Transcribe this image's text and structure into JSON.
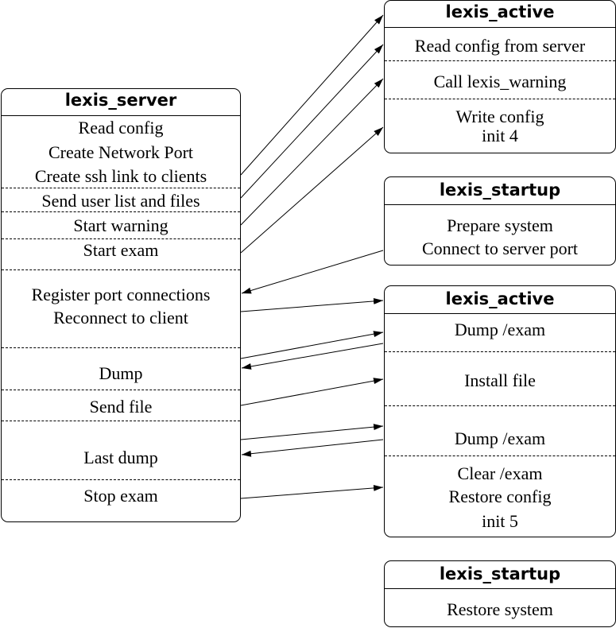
{
  "server": {
    "title": "lexis_server",
    "items": [
      "Read config",
      "Create Network Port",
      "Create ssh link to clients",
      "Send user list and files",
      "Start warning",
      "Start exam",
      "Register port connections",
      "Reconnect to client",
      "Dump",
      "Send file",
      "Last dump",
      "Stop exam"
    ]
  },
  "active1": {
    "title": "lexis_active",
    "items": [
      "Read config from server",
      "Call lexis_warning",
      "Write config",
      "init 4"
    ]
  },
  "startup1": {
    "title": "lexis_startup",
    "items": [
      "Prepare system",
      "Connect to server port"
    ]
  },
  "active2": {
    "title": "lexis_active",
    "items": [
      "Dump /exam",
      "Install file",
      "Dump /exam",
      "Clear /exam",
      "Restore config",
      "init 5"
    ]
  },
  "startup2": {
    "title": "lexis_startup",
    "items": [
      "Restore system"
    ]
  }
}
